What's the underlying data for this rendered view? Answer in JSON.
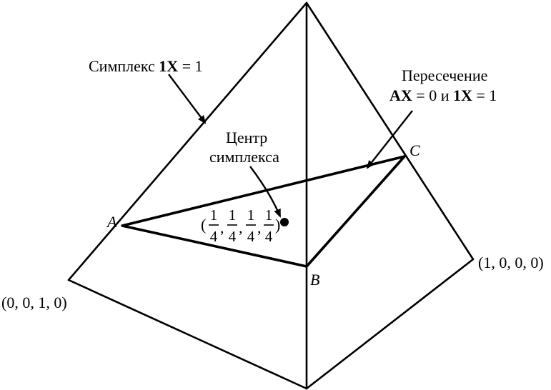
{
  "labels": {
    "simplex_prefix": "Симплекс ",
    "simplex_bold": "1X",
    "simplex_suffix": " = 1",
    "intersection_line1": "Пересечение",
    "intersection_bold1": "AX",
    "intersection_mid": " = 0 и ",
    "intersection_bold2": "1X",
    "intersection_suffix": " = 1",
    "center_line1": "Центр",
    "center_line2": "симплекса",
    "vertex_a": "A",
    "vertex_b": "B",
    "vertex_c": "C",
    "coord_right": "(1, 0, 0, 0)",
    "coord_left": "(0, 0, 1, 0)",
    "center_point": {
      "open": "(",
      "close": ")",
      "comma": ",",
      "numerator": "1",
      "denominator": "4"
    }
  }
}
